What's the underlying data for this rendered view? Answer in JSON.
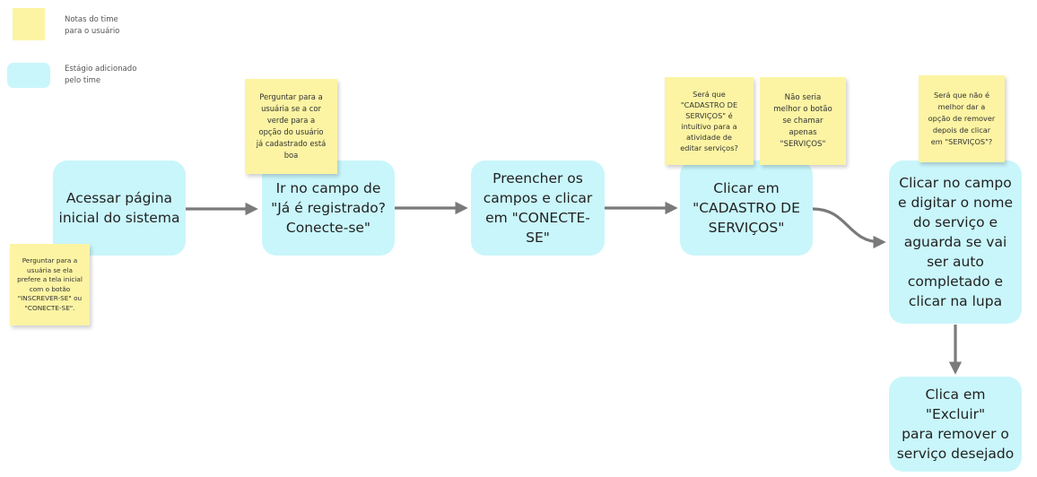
{
  "legend": [
    {
      "text": "Notas do time\npara o usuário",
      "color": "#fcf4a3"
    },
    {
      "text": "Estágio adicionado\npelo time",
      "color": "#c9f6fb"
    }
  ],
  "steps": [
    {
      "text": "Acessar página\ninicial do sistema"
    },
    {
      "text": "Ir no campo de\n\"Já é registrado?\nConecte-se\""
    },
    {
      "text": "Preencher os\ncampos e clicar\nem \"CONECTE-\nSE\""
    },
    {
      "text": "Clicar em\n\"CADASTRO DE\nSERVIÇOS\""
    },
    {
      "text": "Clicar no campo\ne digitar o nome\ndo serviço e\naguarda se vai\nser auto\ncompletado e\nclicar na lupa"
    },
    {
      "text": "Clica em \"Excluir\"\npara remover o\nserviço desejado"
    }
  ],
  "notes": [
    {
      "text": "Perguntar para a\nusuária se ela\nprefere a tela inicial\ncom o botão\n\"INSCREVER-SE\" ou\n\"CONECTE-SE\"."
    },
    {
      "text": "Perguntar para a\nusuária se a cor\nverde para a\nopção do usuário\njá cadastrado está\nboa"
    },
    {
      "text": "Será que\n\"CADASTRO DE\nSERVIÇOS\" é\nintuitivo para a\natividade de\neditar serviços?"
    },
    {
      "text": "Não seria\nmelhor o botão\nse chamar\napenas\n\"SERVIÇOS\""
    },
    {
      "text": "Será que não é\nmelhor dar a\nopção de remover\ndepois de clicar\nem \"SERVIÇOS\"?"
    }
  ]
}
